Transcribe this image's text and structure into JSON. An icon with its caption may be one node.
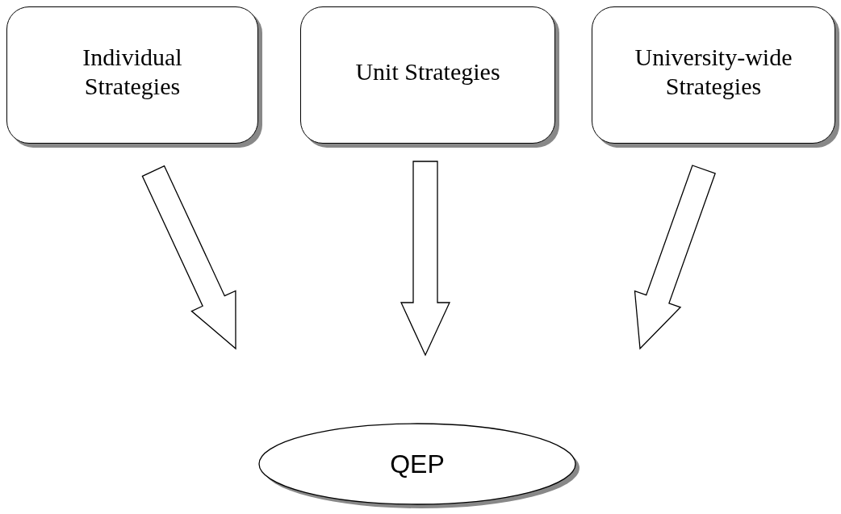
{
  "diagram": {
    "nodes": [
      {
        "text": [
          "Individual Strategies"
        ]
      },
      {
        "text": [
          "Unit Strategies"
        ]
      },
      {
        "text": [
          "University-wide Strategies"
        ]
      },
      {
        "text": [
          "QEP"
        ]
      }
    ],
    "edges": [
      {
        "from": 0,
        "to": 3,
        "arrow": "to"
      },
      {
        "from": 1,
        "to": 3,
        "arrow": "to"
      },
      {
        "from": 2,
        "to": 3,
        "arrow": "to"
      }
    ]
  }
}
